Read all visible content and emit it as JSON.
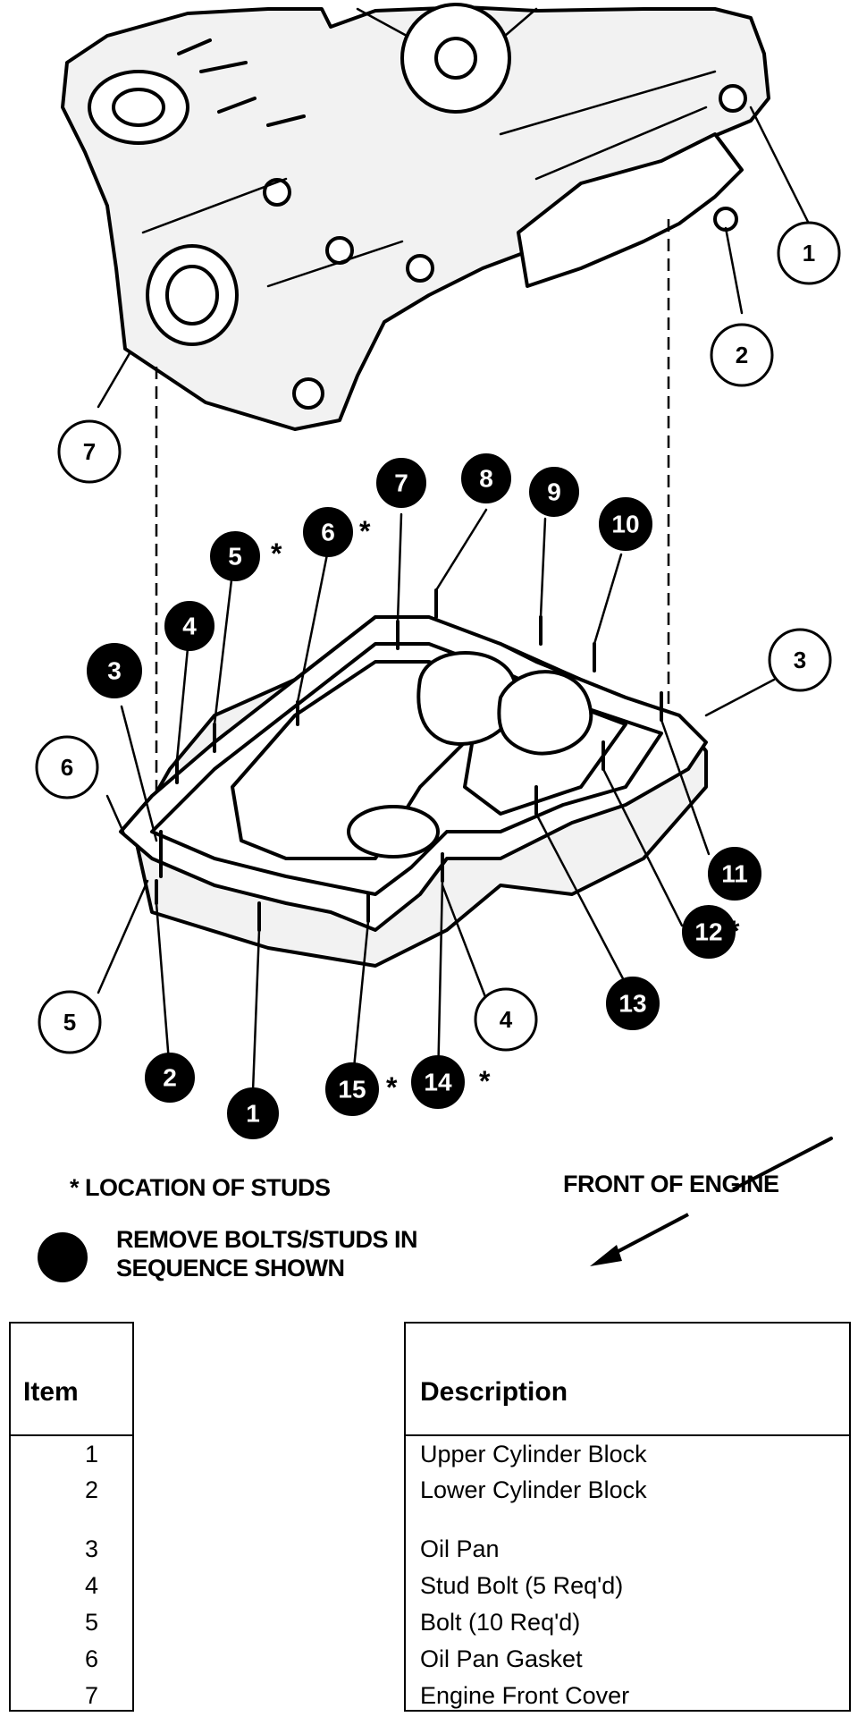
{
  "diagram": {
    "callouts": {
      "c1": "1",
      "c2": "2",
      "c7": "7",
      "c3": "3",
      "c6": "6",
      "c5": "5",
      "c4": "4",
      "s3": "3",
      "s4": "4",
      "s5": "5",
      "s6": "6",
      "s7": "7",
      "s8": "8",
      "s9": "9",
      "s10": "10",
      "s11": "11",
      "s12": "12",
      "s13": "13",
      "s14": "14",
      "s15": "15",
      "s2": "2",
      "s1": "1"
    },
    "stud_marker": "*"
  },
  "legend": {
    "studs_label": "* LOCATION OF STUDS",
    "front_label": "FRONT OF ENGINE",
    "sequence_line1": "REMOVE BOLTS/STUDS IN",
    "sequence_line2": "SEQUENCE SHOWN"
  },
  "table": {
    "col_item": "Item",
    "col_description": "Description",
    "rows": [
      {
        "item": "1",
        "description": "Upper Cylinder Block"
      },
      {
        "item": "2",
        "description": "Lower Cylinder Block"
      },
      {
        "item": "3",
        "description": "Oil Pan"
      },
      {
        "item": "4",
        "description": "Stud Bolt (5 Req'd)"
      },
      {
        "item": "5",
        "description": "Bolt (10 Req'd)"
      },
      {
        "item": "6",
        "description": "Oil Pan Gasket"
      },
      {
        "item": "7",
        "description": "Engine Front Cover"
      }
    ]
  }
}
